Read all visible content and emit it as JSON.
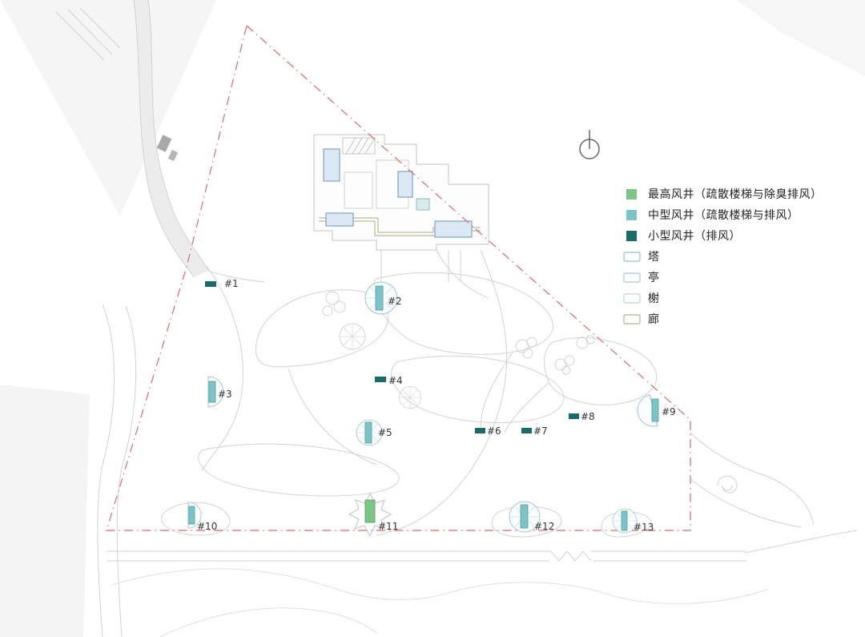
{
  "colors": {
    "high": "#7cc487",
    "high_stroke": "#4f9e58",
    "medium": "#7cc4c8",
    "medium_stroke": "#4e9ca1",
    "small": "#1a6b68",
    "boundary": "#d96a6a",
    "tower_outline": "#8fc3c7",
    "pavilion_outline": "#a9c7e2",
    "xie_outline": "#bcd9c6",
    "corridor_outline": "#b3b383"
  },
  "legend": {
    "items": [
      {
        "label": "最高风井（疏散楼梯与除臭排风）",
        "swatch": "filled",
        "color": "#7cc487"
      },
      {
        "label": "中型风井（疏散楼梯与排风）",
        "swatch": "filled",
        "color": "#7cc4c8"
      },
      {
        "label": "小型风井（排风）",
        "swatch": "filled",
        "color": "#1a6b68"
      },
      {
        "label": "塔",
        "swatch": "outline",
        "color": "#8fc3c7"
      },
      {
        "label": "亭",
        "swatch": "outline",
        "color": "#a9c7e2"
      },
      {
        "label": "榭",
        "swatch": "outline",
        "color": "#bcd9c6"
      },
      {
        "label": "廊",
        "swatch": "outline",
        "color": "#b3b383"
      }
    ]
  },
  "markers": [
    {
      "id": "#1",
      "type": "small"
    },
    {
      "id": "#2",
      "type": "medium"
    },
    {
      "id": "#3",
      "type": "medium"
    },
    {
      "id": "#4",
      "type": "small"
    },
    {
      "id": "#5",
      "type": "medium"
    },
    {
      "id": "#6",
      "type": "small"
    },
    {
      "id": "#7",
      "type": "small"
    },
    {
      "id": "#8",
      "type": "small"
    },
    {
      "id": "#9",
      "type": "medium"
    },
    {
      "id": "#10",
      "type": "medium"
    },
    {
      "id": "#11",
      "type": "high"
    },
    {
      "id": "#12",
      "type": "medium"
    },
    {
      "id": "#13",
      "type": "medium"
    }
  ]
}
